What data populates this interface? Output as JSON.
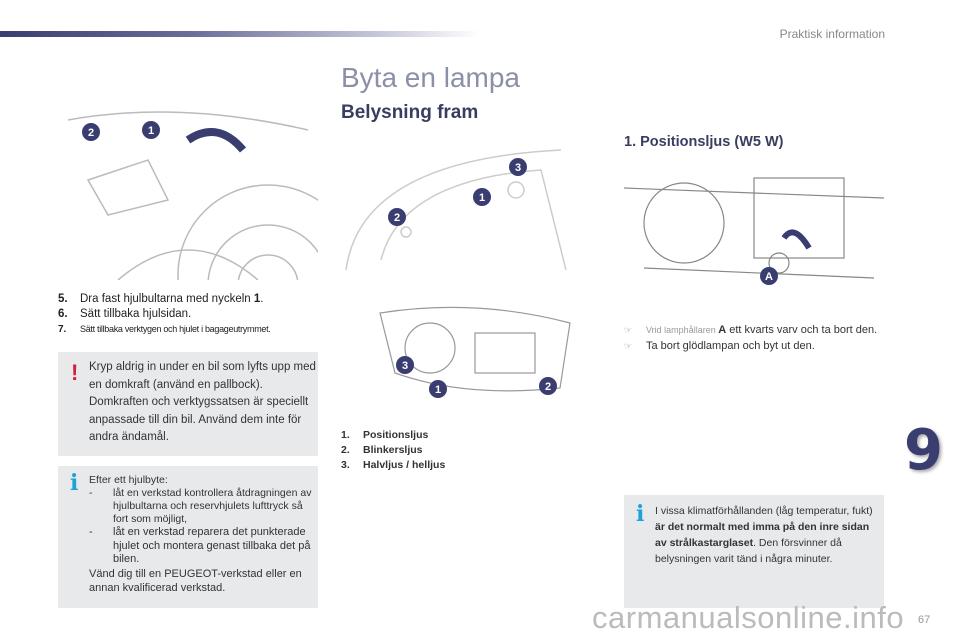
{
  "header": {
    "section": "Praktisk information"
  },
  "title": "Byta en lampa",
  "subtitle": "Belysning fram",
  "position_heading": "1. Positionsljus (W5 W)",
  "steps": [
    {
      "num": "5.",
      "text": "Dra fast hjulbultarna med nyckeln ",
      "bold": "1",
      "end": "."
    },
    {
      "num": "6.",
      "text": "Sätt tillbaka hjulsidan."
    },
    {
      "num": "7.",
      "text": "Sätt tillbaka verktygen och hjulet i bagageutrymmet."
    }
  ],
  "warning": "Kryp aldrig in under en bil som lyfts upp med en domkraft (använd en pallbock). Domkraften och verktygssatsen är speciellt anpassade till din bil. Använd dem inte för andra ändamål.",
  "info1": {
    "intro": "Efter ett hjulbyte:",
    "items": [
      "låt en verkstad kontrollera åtdragningen av hjulbultarna och reservhjulets lufttryck så fort som möjligt,",
      "låt en verkstad reparera det punkterade hjulet och montera genast tillbaka det på bilen."
    ],
    "outro": "Vänd dig till en PEUGEOT-verkstad eller en annan kvalificerad verkstad."
  },
  "legend": [
    {
      "num": "1.",
      "label": "Positionsljus"
    },
    {
      "num": "2.",
      "label": "Blinkersljus"
    },
    {
      "num": "3.",
      "label": "Halvljus / helljus"
    }
  ],
  "instructions": [
    {
      "pre": "Vrid lamphållaren ",
      "bold": "A",
      "post": " ett kvarts varv och ta bort den."
    },
    {
      "pre": "Ta bort glödlampan och byt ut den.",
      "bold": "",
      "post": ""
    }
  ],
  "info2": {
    "pre": "I vissa klimatförhållanden (låg temperatur, fukt) ",
    "bold": "är det normalt med imma på den inre sidan av strålkastarglaset",
    "post": ". Den försvinner då belysningen varit tänd i några minuter."
  },
  "callouts": {
    "one": "1",
    "two": "2",
    "three": "3",
    "a": "A"
  },
  "chapter": "9",
  "page_number": "67",
  "watermark": "carmanualsonline.info",
  "colors": {
    "accent": "#3a3d70",
    "warning": "#d81c3f",
    "info": "#1fa3d6",
    "box": "#e8e9ea"
  }
}
